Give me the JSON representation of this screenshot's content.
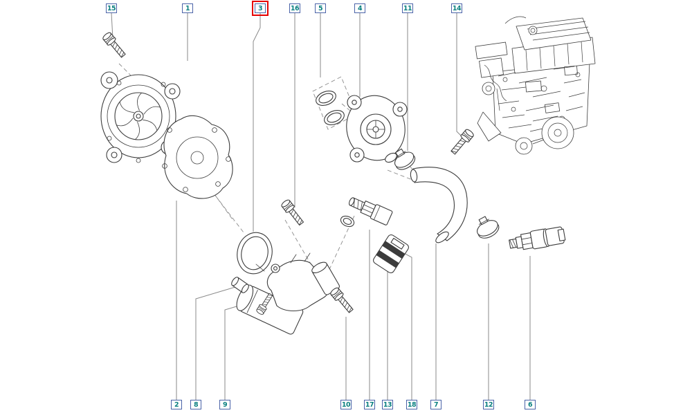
{
  "colors": {
    "background": "#ffffff",
    "line": "#3c3c3c",
    "leader": "#8a8a8a",
    "callout_border": "#4a63a8",
    "callout_text": "#0b8080",
    "highlight": "#e60000"
  },
  "callouts": {
    "top": [
      {
        "label": "15",
        "highlighted": false
      },
      {
        "label": "1",
        "highlighted": false
      },
      {
        "label": "3",
        "highlighted": true
      },
      {
        "label": "16",
        "highlighted": false
      },
      {
        "label": "5",
        "highlighted": false
      },
      {
        "label": "4",
        "highlighted": false
      },
      {
        "label": "11",
        "highlighted": false
      },
      {
        "label": "14",
        "highlighted": false
      }
    ],
    "bottom": [
      {
        "label": "2"
      },
      {
        "label": "8"
      },
      {
        "label": "9"
      },
      {
        "label": "10"
      },
      {
        "label": "17"
      },
      {
        "label": "13"
      },
      {
        "label": "18"
      },
      {
        "label": "7"
      },
      {
        "label": "12"
      },
      {
        "label": "6"
      }
    ]
  },
  "parts": [
    {
      "callout": "1",
      "name": "water-pump"
    },
    {
      "callout": "2",
      "name": "gasket"
    },
    {
      "callout": "3",
      "name": "seal-ring"
    },
    {
      "callout": "4",
      "name": "thermostat-housing"
    },
    {
      "callout": "5",
      "name": "o-ring-seals"
    },
    {
      "callout": "6",
      "name": "temperature-sensor"
    },
    {
      "callout": "7",
      "name": "coolant-hose"
    },
    {
      "callout": "8",
      "name": "plug"
    },
    {
      "callout": "9",
      "name": "stud"
    },
    {
      "callout": "10",
      "name": "bolt"
    },
    {
      "callout": "11",
      "name": "hose-clamp"
    },
    {
      "callout": "12",
      "name": "hose-clamp"
    },
    {
      "callout": "13",
      "name": "bracket"
    },
    {
      "callout": "14",
      "name": "bolt"
    },
    {
      "callout": "15",
      "name": "bolt"
    },
    {
      "callout": "16",
      "name": "bolt"
    },
    {
      "callout": "17",
      "name": "coolant-switch"
    },
    {
      "callout": "18",
      "name": "mount"
    }
  ]
}
